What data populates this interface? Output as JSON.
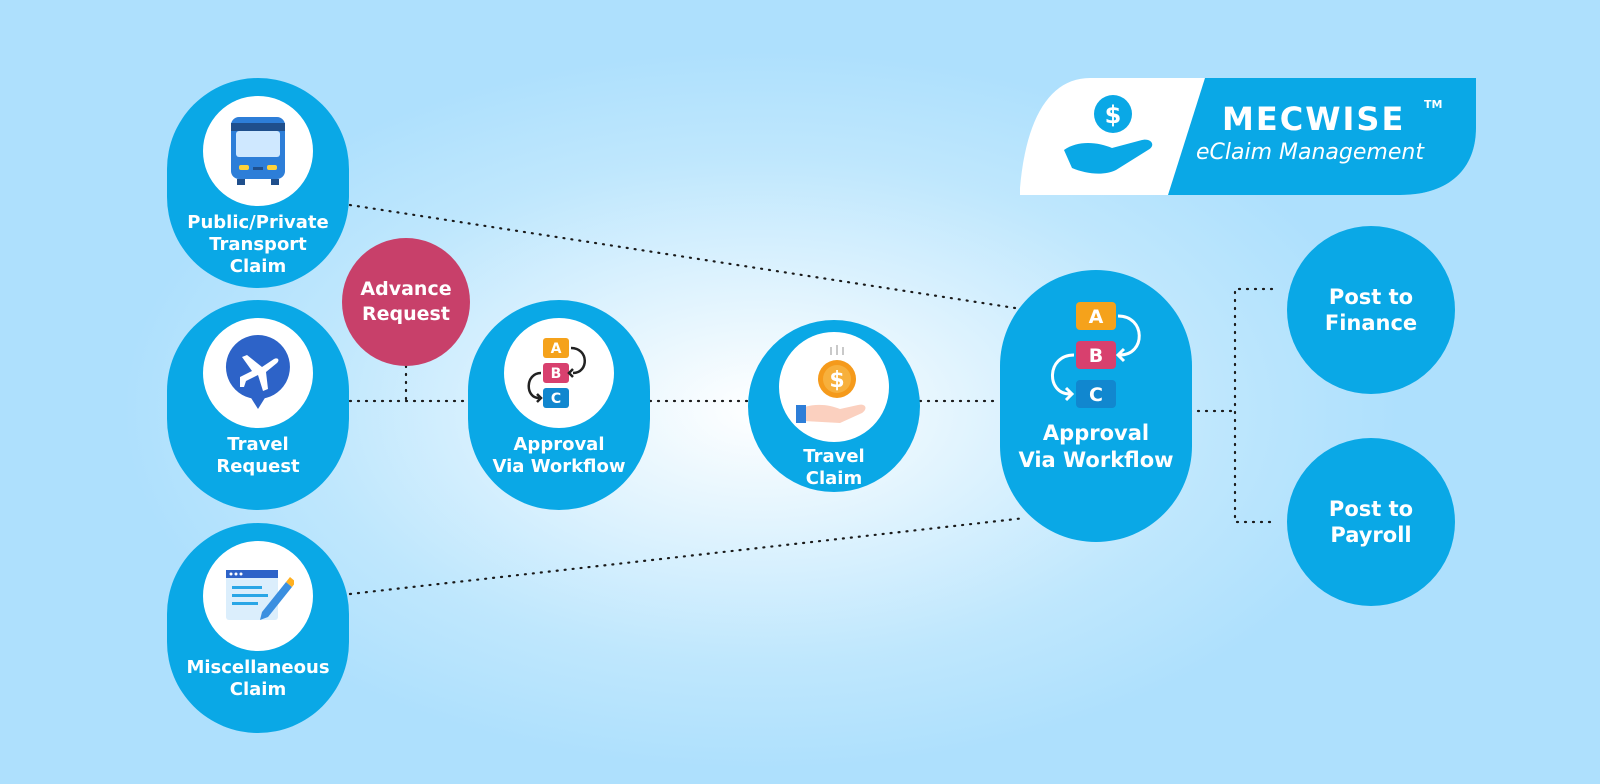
{
  "colors": {
    "background": "#aee0fd",
    "node": "#0aa8e6",
    "advance": "#c8406a",
    "text": "#ffffff"
  },
  "brand": {
    "name": "MECWISE",
    "trademark": "TM",
    "subtitle": "eClaim Management",
    "icon": "hand-dollar-icon"
  },
  "nodes": {
    "transport": {
      "label": "Public/Private\nTransport\nClaim",
      "icon": "bus-icon"
    },
    "travel_request": {
      "label": "Travel\nRequest",
      "icon": "airplane-icon"
    },
    "misc": {
      "label": "Miscellaneous\nClaim",
      "icon": "document-edit-icon"
    },
    "advance": {
      "label": "Advance\nRequest"
    },
    "approval1": {
      "label": "Approval\nVia Workflow",
      "icon": "workflow-abc-icon"
    },
    "travel_claim": {
      "label": "Travel\nClaim",
      "icon": "hand-coin-icon"
    },
    "approval2": {
      "label": "Approval\nVia Workflow",
      "icon": "workflow-abc-icon"
    },
    "finance": {
      "label": "Post to\nFinance"
    },
    "payroll": {
      "label": "Post to\nPayroll"
    }
  },
  "workflow_steps": [
    "A",
    "B",
    "C"
  ]
}
